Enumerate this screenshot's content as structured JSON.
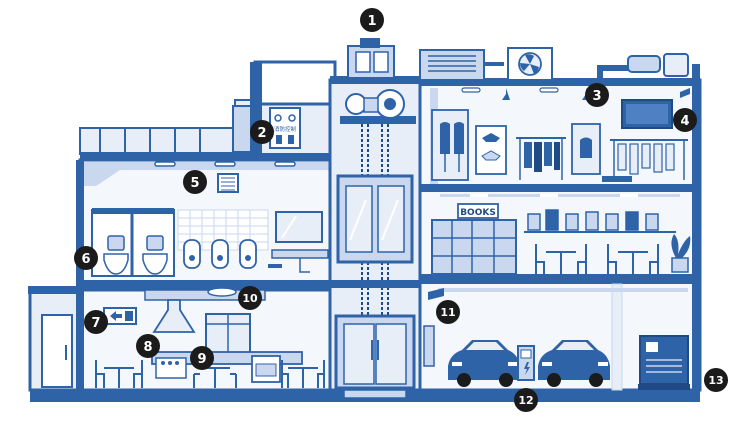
{
  "colors": {
    "wall": "#2f63a8",
    "wall_dark": "#1f4a86",
    "fill_light": "#e8eef8",
    "fill_mid": "#c9d7ef",
    "fill_pale": "#f4f7fc",
    "dark": "#1b1b1b",
    "callout": "#1b1b1b"
  },
  "labels": {
    "books_sign": "BOOKS",
    "switchgear_text": "消防控制"
  },
  "callouts": [
    "1",
    "2",
    "3",
    "4",
    "5",
    "6",
    "7",
    "8",
    "9",
    "10",
    "11",
    "12",
    "13"
  ],
  "icons": {
    "exit_sign": "exit-sign-icon",
    "ev_charger": "ev-charging-icon"
  }
}
